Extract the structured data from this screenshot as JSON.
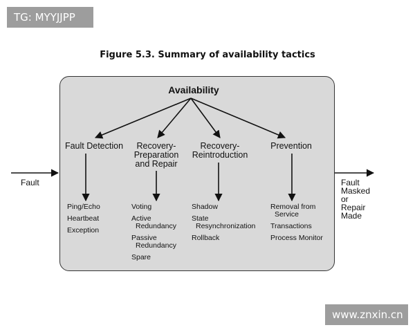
{
  "watermarks": {
    "top_left": "TG: MYYJJPP",
    "bottom_right": "www.znxin.cn"
  },
  "figure": {
    "title": "Figure 5.3. Summary of availability tactics"
  },
  "diagram": {
    "root": "Availability",
    "input_label": "Fault",
    "output_label": [
      "Fault",
      "Masked",
      "or",
      "Repair",
      "Made"
    ],
    "categories": [
      {
        "label_lines": [
          "Fault Detection"
        ],
        "items": [
          [
            "Ping/Echo"
          ],
          [
            "Heartbeat"
          ],
          [
            "Exception"
          ]
        ]
      },
      {
        "label_lines": [
          "Recovery-",
          "Preparation",
          "and Repair"
        ],
        "items": [
          [
            "Voting"
          ],
          [
            "Active",
            "Redundancy"
          ],
          [
            "Passive",
            "Redundancy"
          ],
          [
            "Spare"
          ]
        ]
      },
      {
        "label_lines": [
          "Recovery-",
          "Reintroduction"
        ],
        "items": [
          [
            "Shadow"
          ],
          [
            "State",
            "Resynchronization"
          ],
          [
            "Rollback"
          ]
        ]
      },
      {
        "label_lines": [
          "Prevention"
        ],
        "items": [
          [
            "Removal from",
            "Service"
          ],
          [
            "Transactions"
          ],
          [
            "Process Monitor"
          ]
        ]
      }
    ]
  }
}
